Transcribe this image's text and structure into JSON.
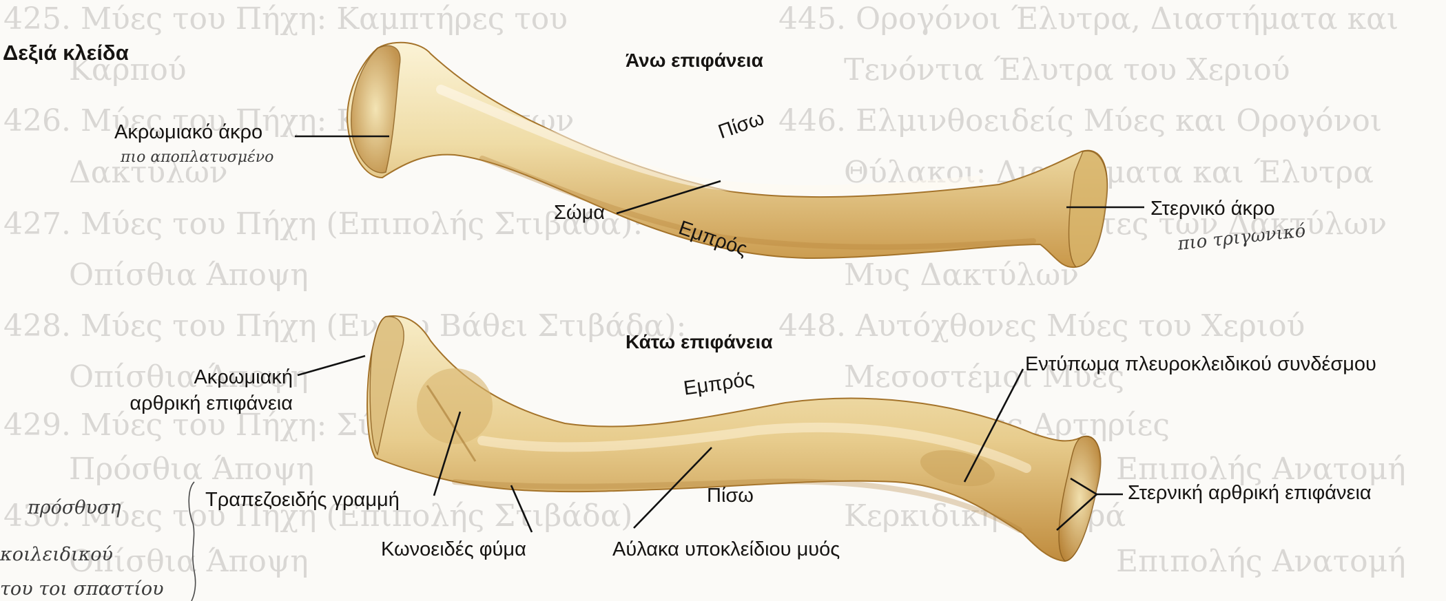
{
  "title": "Δεξιά κλείδα",
  "views": {
    "upper": "Άνω επιφάνεια",
    "lower": "Κάτω επιφάνεια"
  },
  "labels": {
    "acromial_end": "Ακρωμιακό άκρο",
    "body": "Σώμα",
    "posterior_top": "Πίσω",
    "anterior_top": "Εμπρός",
    "sternal_end": "Στερνικό άκρο",
    "acromial_articular_1": "Ακρωμιακή",
    "acromial_articular_2": "αρθρική επιφάνεια",
    "anterior_bottom": "Εμπρός",
    "costoclavicular_impression": "Εντύπωμα πλευροκλειδικού συνδέσμου",
    "trapezoid_line": "Τραπεζοειδής γραμμή",
    "conoid_tubercle": "Κωνοειδές φύμα",
    "subclavius_groove": "Αύλακα υποκλείδιου μυός",
    "posterior_bottom": "Πίσω",
    "sternal_articular": "Στερνική αρθρική επιφάνεια"
  },
  "handwritten": {
    "acromial_note": "πιο αποπλατυσμένο",
    "sternal_note": "πιο τριγωνικό",
    "left_note_1": "πρόσθυση",
    "left_note_2": "κοιλειδικού",
    "left_note_3": "του τοι σπαστίου"
  },
  "background_text": {
    "l1": "425.  Μύες του Πήχη: Καμπτήρες του",
    "l2": "Καρπού",
    "l3": "426.  Μύες του Πήχη: Καμπτήρες των",
    "l4": "Δακτύλων",
    "l5": "427.  Μύες του Πήχη (Επιπολής Στιβάδα):",
    "l6": "Οπίσθια Άποψη",
    "l7": "428.  Μύες του Πήχη (Εν τω Βάθει Στιβάδα):",
    "l8": "Οπίσθια Άποψη",
    "l9": "429.  Μύες του Πήχη: Σύνοψη",
    "l10": "Πρόσθια Άποψη",
    "l11": "430.  Μύες του Πήχη (Επιπολής Στιβάδα)",
    "l12": "Οπίσθια Άποψη",
    "r1": "445.  Ορογόνοι Έλυτρα, Διαστήματα και",
    "r2": "Τενόντια Έλυτρα του Χεριού",
    "r3": "446.  Ελμινθοειδείς Μύες και Ορογόνοι",
    "r4": "Θύλακοι: Διαστήματα και Έλυτρα",
    "r5": "447.  Μύες και Τένοντες των Δακτύλων",
    "r6": "Μυς Δακτύλων",
    "r7": "448.  Αυτόχθονες Μύες του Χεριού",
    "r8": "Μεσοστέμοι Μύες",
    "r9": "Δακτυλικές Αρτηρίες",
    "r10": "Επιπολής Ανατομή",
    "r11": "Κερκιδική Πλευρά",
    "r12": "Επιπολής Ανατομή"
  },
  "colors": {
    "bone_light": "#f6ebc6",
    "bone_mid": "#e9d197",
    "bone_dark": "#c99a45",
    "bone_edge": "#a4732a",
    "leader": "#111111",
    "ghost_text": "#d9d7d4"
  }
}
